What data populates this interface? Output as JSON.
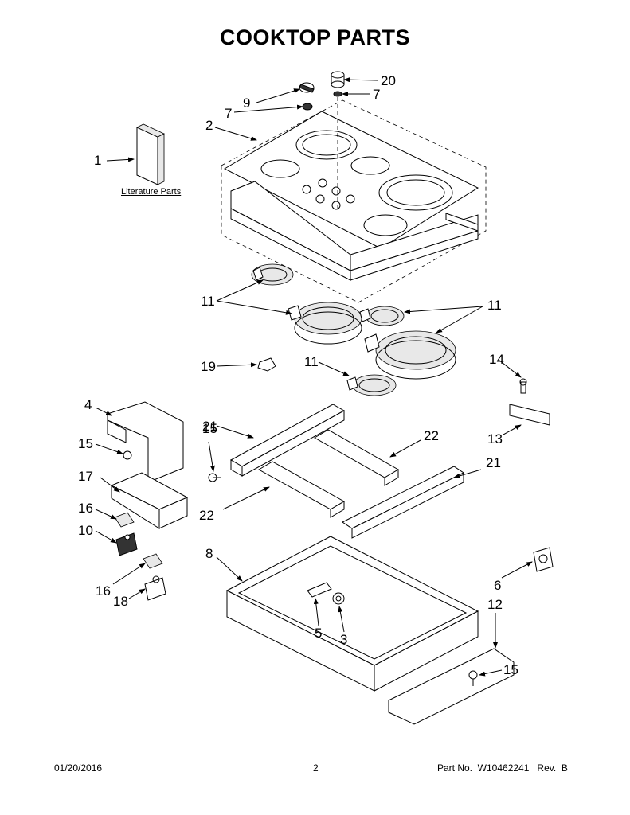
{
  "title": "COOKTOP PARTS",
  "literature_label": "Literature Parts",
  "callouts": {
    "c1": "1",
    "c2": "2",
    "c3": "3",
    "c4": "4",
    "c5": "5",
    "c6": "6",
    "c7a": "7",
    "c7b": "7",
    "c8": "8",
    "c9": "9",
    "c10": "10",
    "c11a": "11",
    "c11b": "11",
    "c11c": "11",
    "c12": "12",
    "c13": "13",
    "c14": "14",
    "c15a": "15",
    "c15b": "15",
    "c15c": "15",
    "c16a": "16",
    "c16b": "16",
    "c17": "17",
    "c18": "18",
    "c19": "19",
    "c20": "20",
    "c21a": "21",
    "c21b": "21",
    "c22a": "22",
    "c22b": "22"
  },
  "footer": {
    "date": "01/20/2016",
    "page": "2",
    "part": "Part No.  W10462241   Rev.  B"
  }
}
